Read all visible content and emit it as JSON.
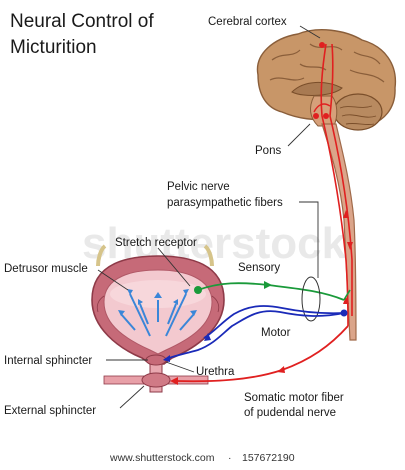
{
  "title_lines": [
    "Neural Control of",
    "Micturition"
  ],
  "labels": {
    "cerebral_cortex": "Cerebral cortex",
    "pons": "Pons",
    "pelvic_nerve_1": "Pelvic nerve",
    "pelvic_nerve_2": "parasympathetic fibers",
    "stretch_receptor": "Stretch receptor",
    "detrusor_muscle": "Detrusor muscle",
    "sensory": "Sensory",
    "motor": "Motor",
    "internal_sphincter": "Internal  sphincter",
    "urethra": "Urethra",
    "external_sphincter": "External  sphincter",
    "somatic_1": "Somatic motor fiber",
    "somatic_2": "of pudendal nerve"
  },
  "watermark": "shutterstock",
  "footer": {
    "site": "www.shutterstock.com",
    "separator": "·",
    "image_id": "157672190"
  },
  "colors": {
    "sensory_fiber": "#1a9a3a",
    "parasympathetic_fiber": "#1a2ab8",
    "somatic_fiber": "#e02020",
    "brain": "#c89668",
    "bladder_wall": "#c66a78",
    "bladder_lumen": "#f3c9cf",
    "urine_arrow": "#3a86d8"
  }
}
